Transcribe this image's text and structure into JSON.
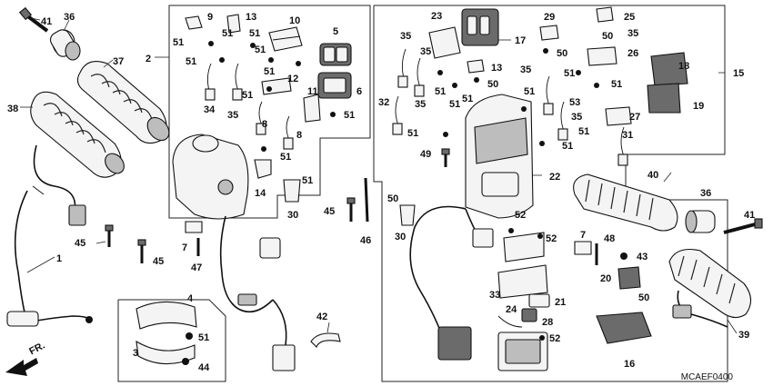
{
  "diagram_code": "MCAEF0400",
  "direction_label": "FR.",
  "callouts": {
    "c36a": "36",
    "c41a": "41",
    "c37": "37",
    "c38": "38",
    "c1": "1",
    "c45a": "45",
    "c2": "2",
    "c9": "9",
    "c13a": "13",
    "c10": "10",
    "c51a": "51",
    "c51b": "51",
    "c51c": "51",
    "c51d": "51",
    "c51e": "51",
    "c51f": "51",
    "c5": "5",
    "c6": "6",
    "c11": "11",
    "c12": "12",
    "c34": "34",
    "c35a": "35",
    "c8a": "8",
    "c8b": "8",
    "c51g": "51",
    "c51h": "51",
    "c51i": "51",
    "c14": "14",
    "c30a": "30",
    "c7a": "7",
    "c45b": "45",
    "c47": "47",
    "c4": "4",
    "c3": "3",
    "c51j": "51",
    "c44": "44",
    "c42": "42",
    "c45c": "45",
    "c46": "46",
    "c50a": "50",
    "c30b": "30",
    "c23": "23",
    "c17": "17",
    "c35b": "35",
    "c35c": "35",
    "c32": "32",
    "c51k": "51",
    "c51l": "51",
    "c51m": "51",
    "c13b": "13",
    "c50b": "50",
    "c49": "49",
    "c22": "22",
    "c29": "29",
    "c25": "25",
    "c50c": "50",
    "c35d": "35",
    "c26": "26",
    "c50d": "50",
    "c35e": "35",
    "c51n": "51",
    "c51o": "51",
    "c18": "18",
    "c15": "15",
    "c51p": "51",
    "c53": "53",
    "c35f": "35",
    "c19": "19",
    "c27": "27",
    "c51q": "51",
    "c51r": "51",
    "c31": "31",
    "c40": "40",
    "c36b": "36",
    "c41b": "41",
    "c52a": "52",
    "c52b": "52",
    "c52c": "52",
    "c33": "33",
    "c21": "21",
    "c24": "24",
    "c28": "28",
    "c16": "16",
    "c7b": "7",
    "c48": "48",
    "c43": "43",
    "c20": "20",
    "c50e": "50",
    "c39": "39"
  }
}
